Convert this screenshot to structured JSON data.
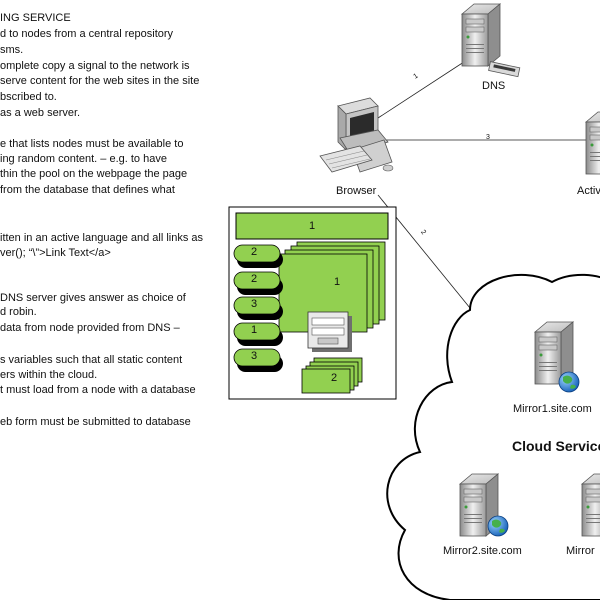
{
  "notes": [
    "ING SERVICE",
    "d to nodes from a central repository",
    "sms.",
    "omplete copy a signal to the network is",
    "serve content for the web sites in the site",
    "bscribed to.",
    "as a web server.",
    "",
    "e that lists nodes must be available to",
    "ing random content. – e.g. to have",
    "thin the pool on the webpage the page",
    "from the database that defines what",
    "",
    "",
    "itten in an active language and all links as",
    "ver(); “\\”>Link Text</a>",
    "",
    "",
    "DNS server gives answer as choice of",
    "d robin.",
    " data from node provided from DNS –",
    "",
    "s variables such that all static content",
    "ers within the cloud.",
    "t must load from a node with a database",
    "",
    "eb form must be submitted to database"
  ],
  "nodes": {
    "dns": "DNS",
    "browser": "Browser",
    "active": "Activ",
    "mirror1": "Mirror1.site.com",
    "mirror2": "Mirror2.site.com",
    "mirror3": "Mirror",
    "cloud": "Cloud Service"
  },
  "links": {
    "browser_dns": "1",
    "browser_active": "3",
    "browser_cloud": "2"
  },
  "page": {
    "header": "1",
    "stack_main": "1",
    "stack_bottom": "2",
    "pills": [
      "2",
      "2",
      "3",
      "1",
      "3"
    ]
  },
  "colors": {
    "green": "#92d050",
    "outline": "#000000"
  }
}
